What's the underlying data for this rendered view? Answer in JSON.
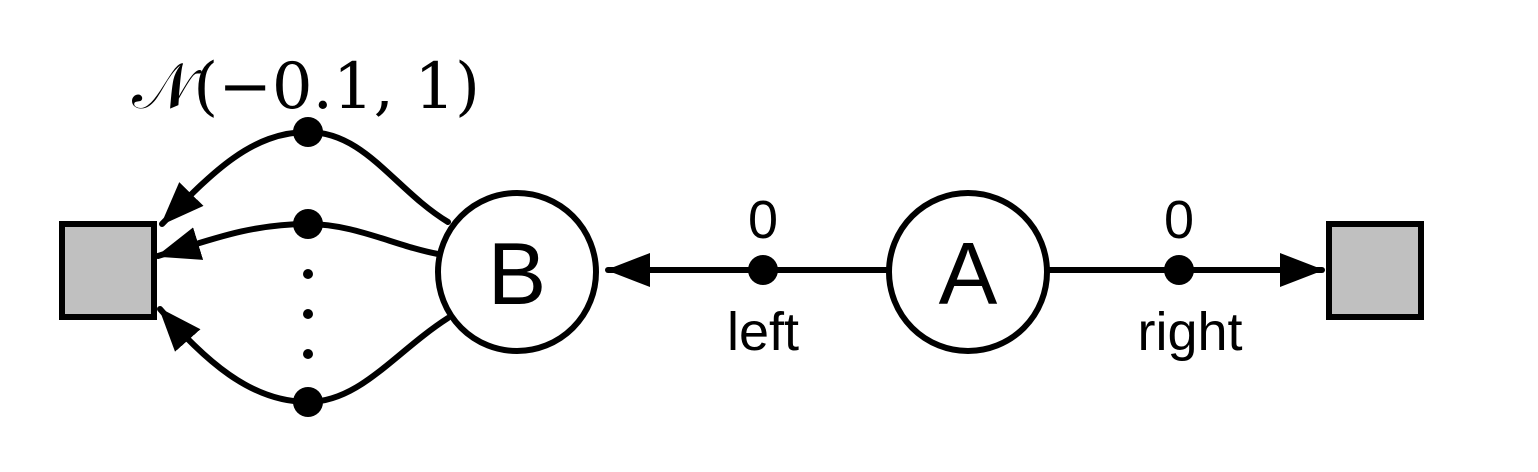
{
  "nodes": {
    "a": {
      "label": "A"
    },
    "b": {
      "label": "B"
    }
  },
  "edges": {
    "a_left": {
      "action_label": "left",
      "reward_label": "0"
    },
    "a_right": {
      "action_label": "right",
      "reward_label": "0"
    },
    "b_actions": {
      "reward_label": "𝒩(−0.1, 1)"
    }
  },
  "colors": {
    "terminal_fill": "#c0c0c0",
    "stroke": "#000000",
    "node_fill": "#ffffff"
  }
}
